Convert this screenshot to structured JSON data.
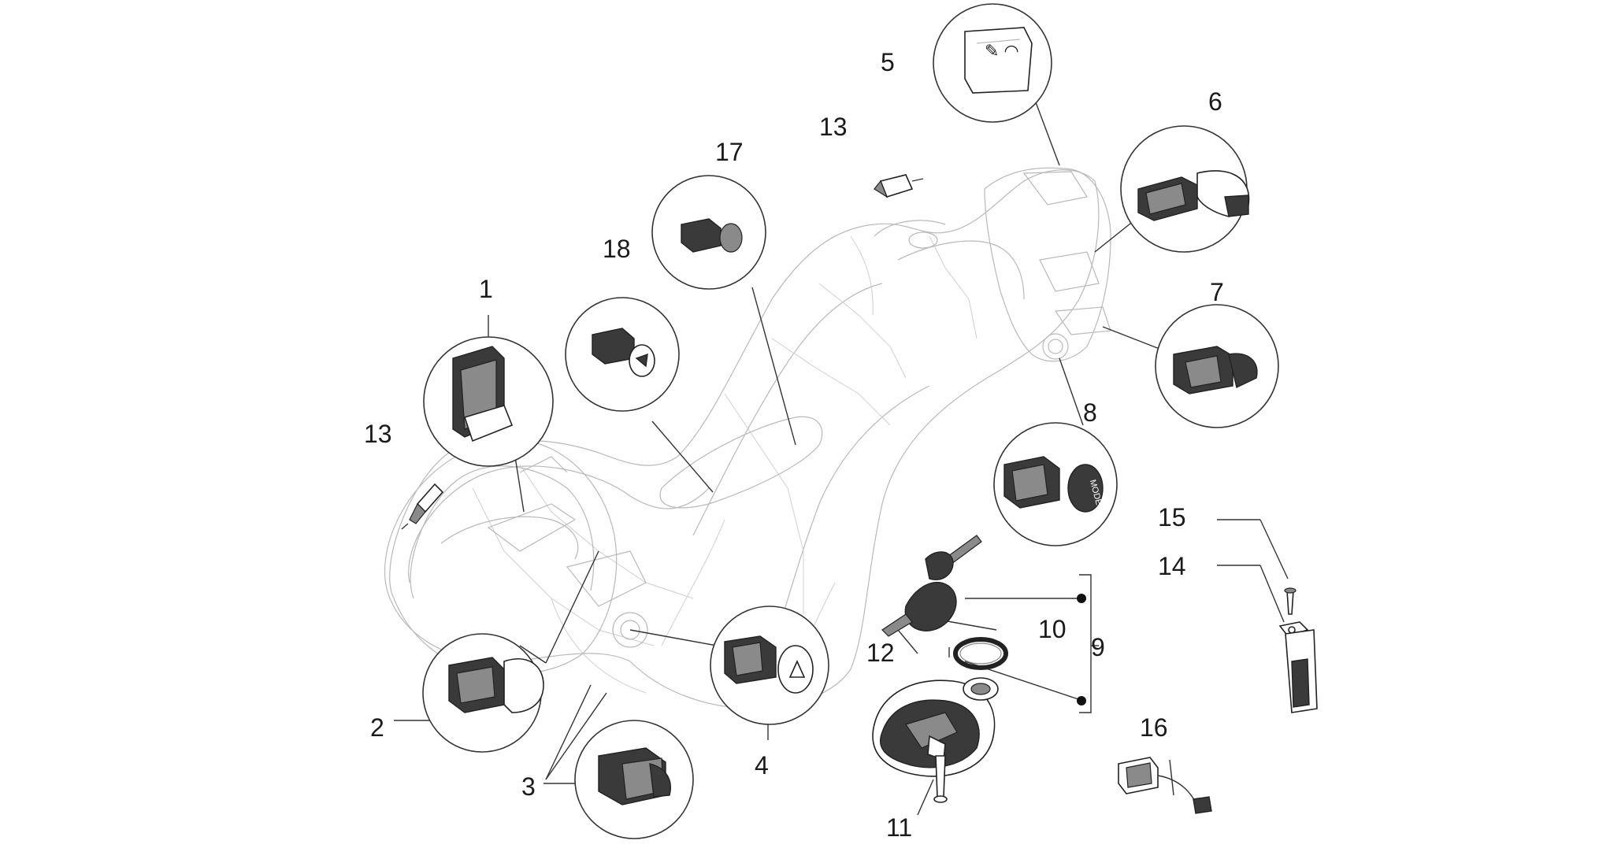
{
  "labels": {
    "n1": "1",
    "n2": "2",
    "n3": "3",
    "n4": "4",
    "n5": "5",
    "n6": "6",
    "n7": "7",
    "n8": "8",
    "n9": "9",
    "n10": "10",
    "n11": "11",
    "n12": "12",
    "n13a": "13",
    "n13b": "13",
    "n14": "14",
    "n15": "15",
    "n16": "16",
    "n17": "17",
    "n18": "18"
  },
  "button_glyphs": {
    "mode": "MODE"
  }
}
